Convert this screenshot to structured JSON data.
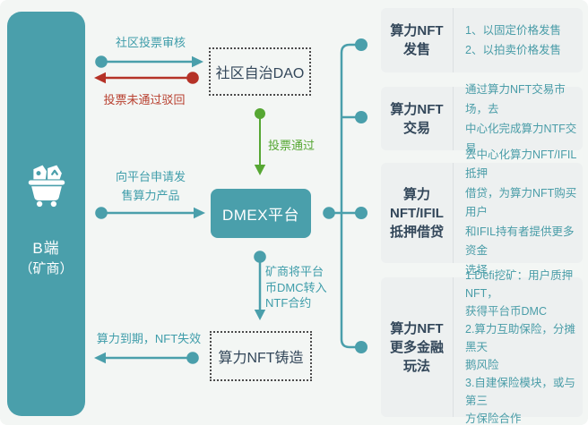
{
  "left_panel": {
    "icon": "mine-cart-icon",
    "title": "B端",
    "subtitle": "（矿商）"
  },
  "nodes": {
    "dao": "社区自治DAO",
    "dmex": "DMEX平台",
    "mint": "算力NFT铸造"
  },
  "edges": {
    "vote_review": "社区投票审核",
    "vote_rejected": "投票未通过驳回",
    "vote_passed": "投票通过",
    "apply": "向平台申请发\n售算力产品",
    "transfer": "矿商将平台\n币DMC转入\nNTF合约",
    "expire": "算力到期，NFT失效"
  },
  "cards": [
    {
      "label": "算力NFT\n发售",
      "desc": "1、以固定价格发售\n2、以拍卖价格发售"
    },
    {
      "label": "算力NFT\n交易",
      "desc": "通过算力NFT交易市场，去\n中心化完成算力NTF交易"
    },
    {
      "label": "算力\nNFT/IFIL\n抵押借贷",
      "desc": "去中心化算力NFT/IFIL抵押\n借贷，为算力NFT购买用户\n和IFIL持有者提供更多资金\n选择"
    },
    {
      "label": "算力NFT\n更多金融\n玩法",
      "desc": "1.Defi挖矿：用户质押NFT，\n获得平台币DMC\n2.算力互助保险，分摊黑天\n鹅风险\n3.自建保险模块，或与第三\n方保险合作"
    }
  ],
  "colors": {
    "teal": "#4A9FAB",
    "red": "#B53227",
    "green": "#56A733",
    "navy_text": "#33475A",
    "teal_text": "#3F9DAA",
    "card_background": "#EDF0F0",
    "page_background": "#F3F6F4"
  }
}
